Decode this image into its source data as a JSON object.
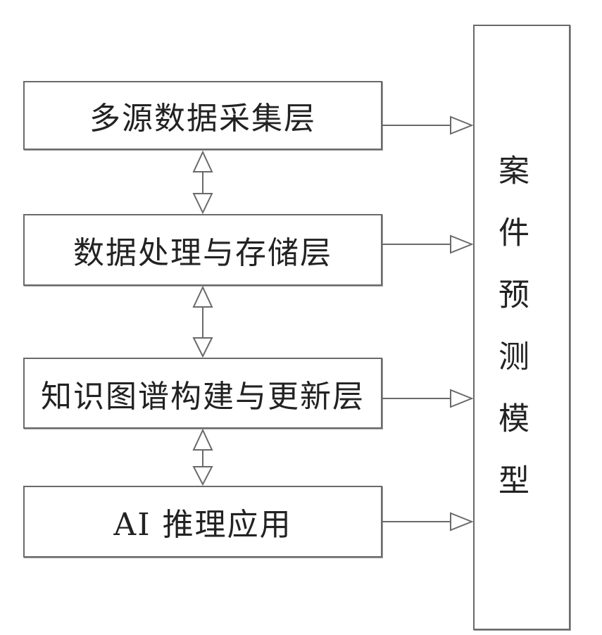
{
  "layers": [
    {
      "label": "多源数据采集层"
    },
    {
      "label": "数据处理与存储层"
    },
    {
      "label": "知识图谱构建与更新层"
    },
    {
      "label": "AI 推理应用"
    }
  ],
  "model": {
    "label": "案件预测模型"
  },
  "colors": {
    "stroke": "#6a6a6a",
    "text": "#222222"
  }
}
